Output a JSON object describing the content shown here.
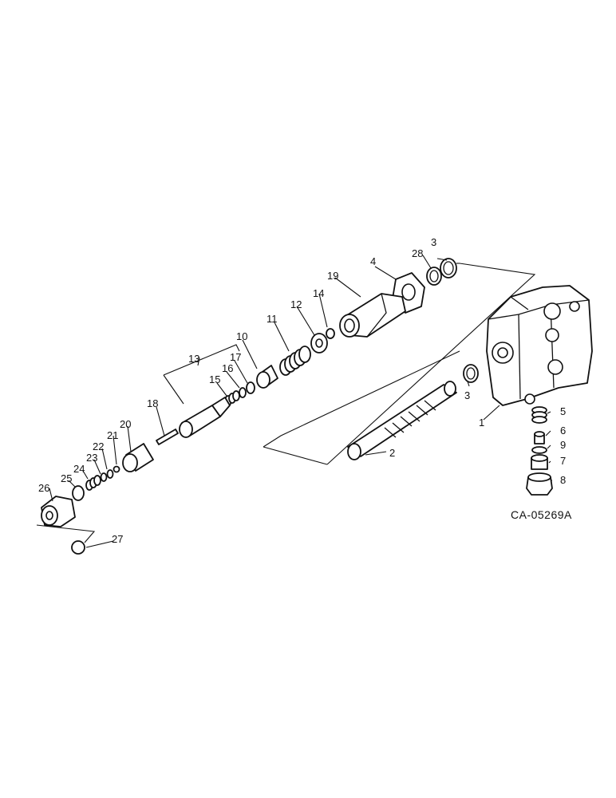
{
  "diagram": {
    "reference_code": "CA-05269A",
    "callouts": [
      "1",
      "2",
      "3",
      "3",
      "4",
      "5",
      "6",
      "7",
      "8",
      "9",
      "10",
      "11",
      "12",
      "13",
      "14",
      "15",
      "16",
      "17",
      "18",
      "19",
      "20",
      "21",
      "22",
      "23",
      "24",
      "25",
      "26",
      "27",
      "28"
    ]
  }
}
